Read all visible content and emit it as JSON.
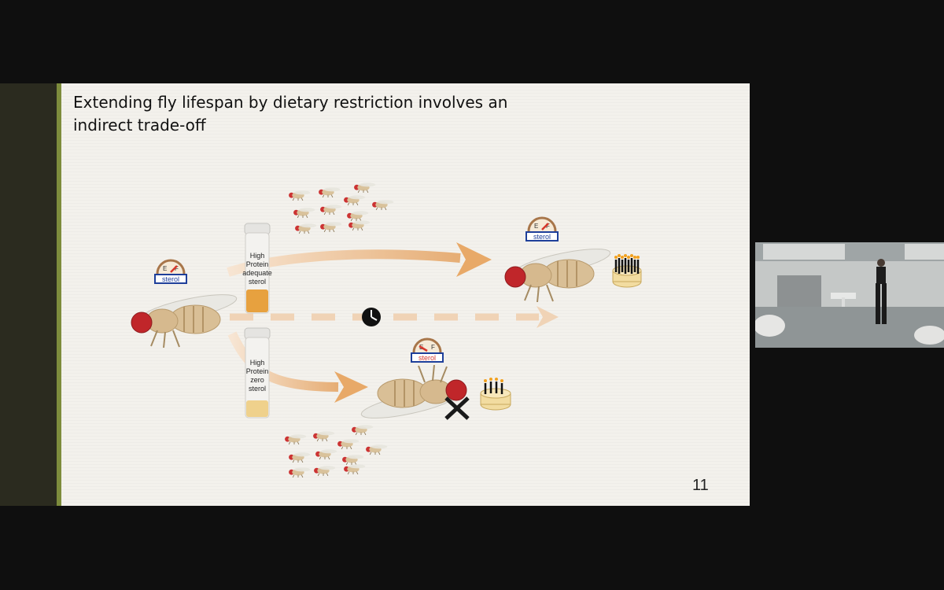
{
  "slide": {
    "title_line1": "Extending fly lifespan by dietary restriction involves an",
    "title_line2": "indirect trade-off",
    "slide_number": "11",
    "vial_top_label": [
      "High",
      "Protein",
      "adequate",
      "sterol"
    ],
    "vial_bottom_label": [
      "High",
      "Protein",
      "zero",
      "sterol"
    ],
    "gauge_label": "sterol",
    "gauge_empty": "E",
    "gauge_full": "F"
  },
  "colors": {
    "background": "#0f0f0f",
    "slide": "#f3f1ec",
    "accent": "#7d8c3c",
    "arrow": "#e9b98a",
    "gauge_border": "#1e3f9a",
    "gauge_needle_red": "#d7372b"
  },
  "icons": [
    "fly-icon",
    "gauge-icon",
    "clock-icon",
    "cake-icon",
    "vial-icon"
  ]
}
